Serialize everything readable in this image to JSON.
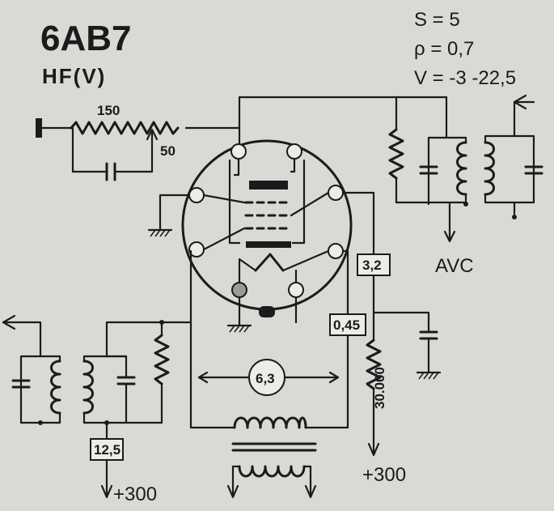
{
  "tube": {
    "type": "6AB7",
    "function": "HF(V)"
  },
  "parameters": {
    "s": "S = 5",
    "rho": "ρ = 0,7",
    "v": "V = -3  -22,5"
  },
  "components": {
    "cathode_resistor_1": "150",
    "cathode_resistor_2": "50",
    "screen_resistor": "3,2",
    "g2_resistor": "0,45",
    "heater_voltage": "6,3",
    "divider_resistor": "30.000",
    "plate_resistor": "12,5"
  },
  "labels": {
    "avc": "AVC",
    "supply_right": "+300",
    "supply_left": "+300"
  }
}
